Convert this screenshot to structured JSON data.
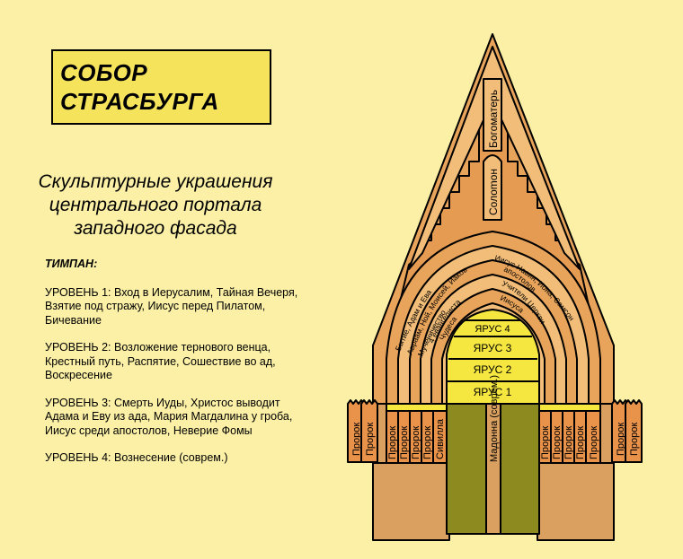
{
  "title": {
    "line1": "СОБОР",
    "line2": "СТРАСБУРГА"
  },
  "subtitle": {
    "line1": "Скульптурные украшения",
    "line2": "центрального портала",
    "line3": "западного фасада"
  },
  "description": {
    "heading": "ТИМПАН:",
    "levels": [
      "УРОВЕНЬ 1: Вход в  Иерусалим, Тайная Вечеря, Взятие под стражу, Иисус перед Пилатом, Бичевание",
      "УРОВЕНЬ 2: Возложение тернового венца, Крестный путь, Распятие, Сошествие во ад, Воскресение",
      "УРОВЕНЬ 3: Смерть Иуды, Христос выводит Адама и Еву из ада, Мария Магдалина у гроба, Иисус среди апостолов, Неверие Фомы",
      "УРОВЕНЬ 4: Вознесение (соврем.)"
    ]
  },
  "diagram": {
    "gable_top": "Богоматерь",
    "gable_mid": "Солomон",
    "tiers": [
      "ЯРУС 4",
      "ЯРУС 3",
      "ЯРУС 2",
      "ЯРУС 1"
    ],
    "arch_left": [
      "Бытие, Адам и Ева",
      "Авраам, Ной, Моисей, Иаков",
      "Мученичество",
      "4 евангелиста",
      "Чудеса"
    ],
    "arch_right": [
      "Иисус Навин, Иона, Самсон",
      "апостолов",
      "Учители Церкви",
      "Иисуса"
    ],
    "column_left_outer": [
      "Пророк",
      "Пророк"
    ],
    "columns_left": [
      "Пророк",
      "Пророк",
      "Пророк",
      "Пророк",
      "Сивилла"
    ],
    "trumeau": "Мадонна (соврем.)",
    "columns_right": [
      "Пророк",
      "Пророк",
      "Пророк",
      "Пророк",
      "Пророк"
    ],
    "column_right_outer": [
      "Пророк",
      "Пророк"
    ]
  },
  "colors": {
    "background": "#fbf0a6",
    "gable": "#e8a45a",
    "gable_inner": "#f1bd78",
    "tiers": "#f5e640",
    "doors": "#8d8a1f",
    "base": "#d9a060",
    "columns": "#e8924a"
  }
}
